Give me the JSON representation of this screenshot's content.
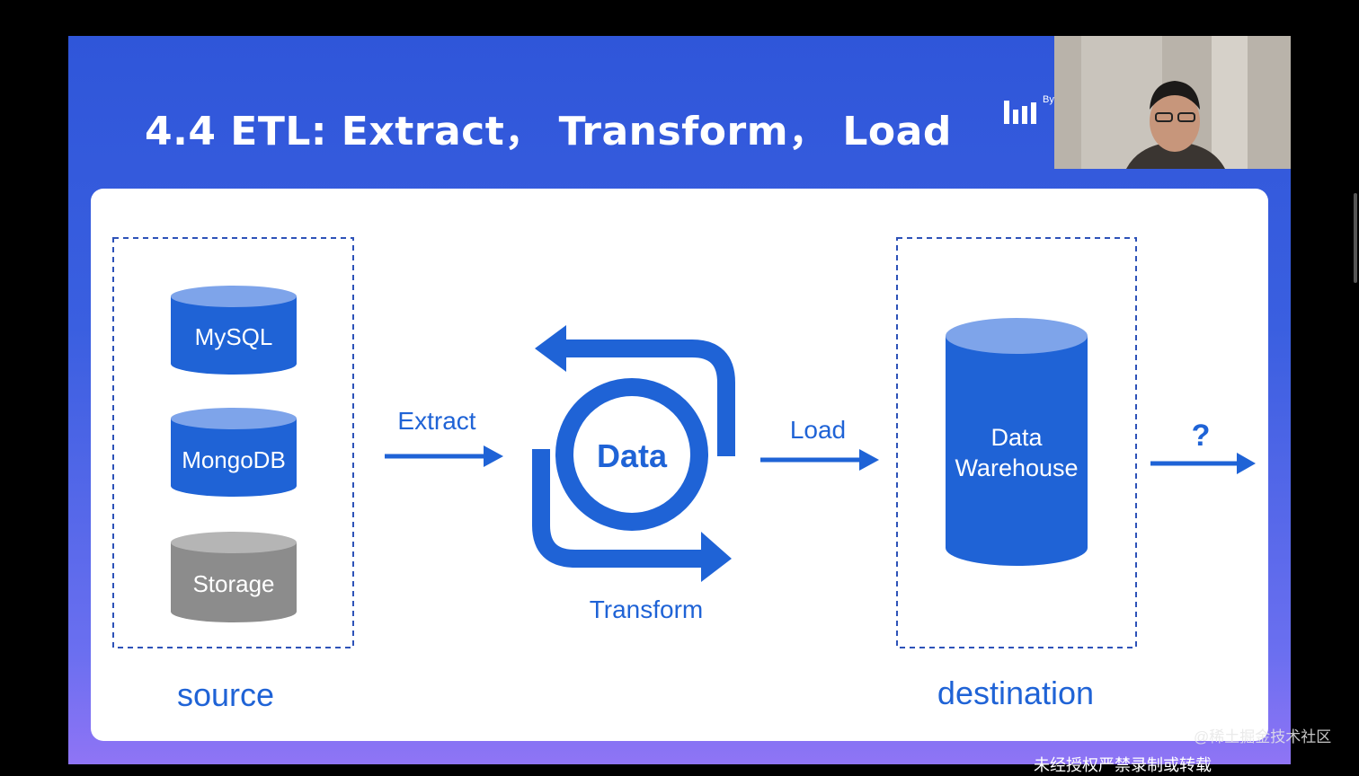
{
  "slide": {
    "title": "4.4 ETL:  Extract，  Transform，  Load"
  },
  "logo": {
    "label": "By",
    "icon": "bar-chart-logo-icon"
  },
  "diagram": {
    "source": {
      "label": "source",
      "databases": [
        {
          "label": "MySQL",
          "color": "#1f63d6"
        },
        {
          "label": "MongoDB",
          "color": "#1f63d6"
        },
        {
          "label": "Storage",
          "color": "#8c8c8c"
        }
      ]
    },
    "extract_label": "Extract",
    "center_label": "Data",
    "transform_label": "Transform",
    "load_label": "Load",
    "destination": {
      "label": "destination",
      "warehouse_line1": "Data",
      "warehouse_line2": "Warehouse"
    },
    "question_label": "?"
  },
  "overlay": {
    "watermark": "@稀土掘金技术社区",
    "footer_notice": "未经授权严禁录制或转载"
  },
  "colors": {
    "accent": "#1f63d6",
    "accent_light": "#7ea4ea",
    "gray": "#8c8c8c",
    "gray_light": "#b5b5b5"
  }
}
